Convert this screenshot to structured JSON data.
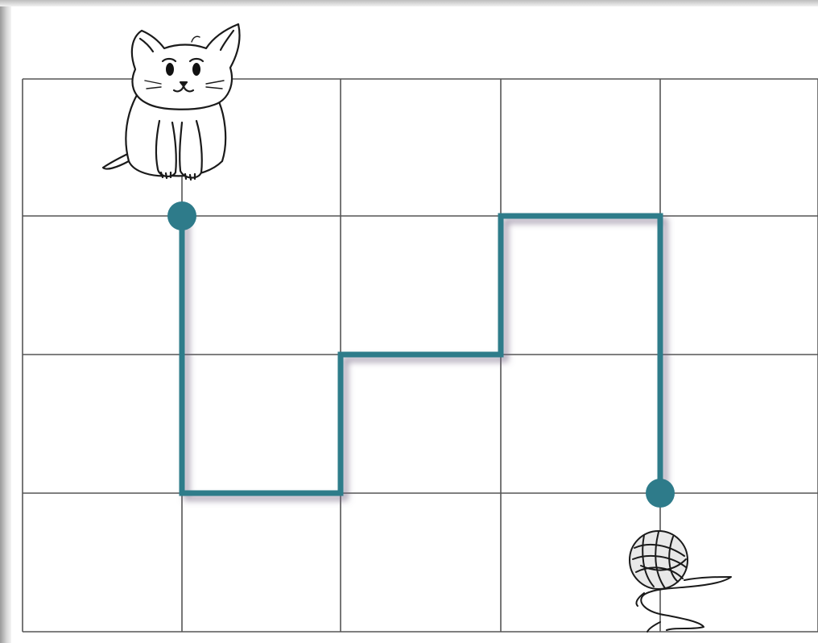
{
  "grid": {
    "columns": 5,
    "rows": 4,
    "line_color": "#555555",
    "background": "#ffffff"
  },
  "path": {
    "color": "#2e7b8a",
    "shadow_color": "#6a5a7a",
    "start_node": "kitten",
    "end_node": "yarn",
    "vertices": [
      [
        1,
        1
      ],
      [
        1,
        3
      ],
      [
        2,
        3
      ],
      [
        2,
        2
      ],
      [
        3,
        2
      ],
      [
        3,
        1
      ],
      [
        4,
        1
      ],
      [
        4,
        3
      ]
    ]
  },
  "icons": {
    "start": "kitten-icon",
    "end": "yarn-ball-icon"
  }
}
